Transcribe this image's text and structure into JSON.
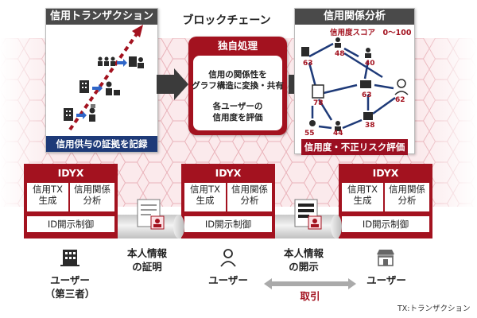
{
  "top": {
    "left_title": "信用トランザクション",
    "left_caption": "信用供与の証拠を記録",
    "center_title": "ブロックチェーン",
    "process_title": "独自処理",
    "process_text1": "信用の関係性を",
    "process_text2": "グラフ構造に変換・共有",
    "process_text3": "各ユーザーの",
    "process_text4": "信用度を評価",
    "right_title": "信用関係分析",
    "score_label": "信用度スコア　0～100",
    "right_caption": "信用度・不正リスク評価",
    "scores": [
      "63",
      "48",
      "40",
      "78",
      "63",
      "62",
      "55",
      "44",
      "38"
    ]
  },
  "idyx": {
    "title": "IDYX",
    "box1_l1": "信用TX",
    "box1_l2": "生成",
    "box2_l1": "信用関係",
    "box2_l2": "分析",
    "disclosure": "ID開示制御"
  },
  "bottom": {
    "user_third1": "ユーザー",
    "user_third2": "（第三者）",
    "proof1": "本人情報",
    "proof2": "の証明",
    "user_mid": "ユーザー",
    "disclose1": "本人情報",
    "disclose2": "の開示",
    "user_right": "ユーザー",
    "transaction": "取引",
    "footnote": "TX:トランザクション"
  },
  "colors": {
    "red": "#a3121f",
    "navy": "#1e3a78",
    "dark": "#4a4a4a"
  }
}
